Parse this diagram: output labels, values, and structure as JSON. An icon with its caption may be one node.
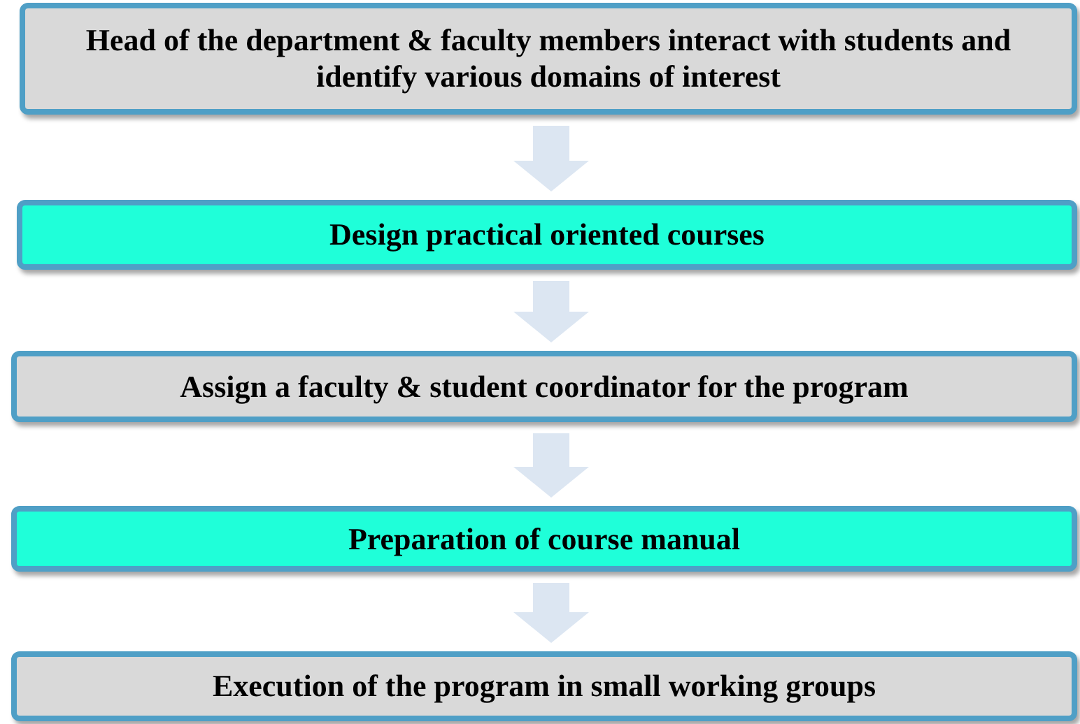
{
  "diagram": {
    "nodes": [
      {
        "text": [
          "Head of the department & faculty members interact with students and identify various domains of interest"
        ]
      },
      {
        "text": [
          "Design practical oriented courses"
        ]
      },
      {
        "text": [
          "Assign a faculty & student coordinator for the program"
        ]
      },
      {
        "text": [
          "Preparation of course manual"
        ]
      },
      {
        "text": [
          "Execution of the program in small working groups"
        ]
      }
    ],
    "edges": [
      {
        "from": 0,
        "to": 1,
        "arrow": "to"
      },
      {
        "from": 1,
        "to": 2,
        "arrow": "to"
      },
      {
        "from": 2,
        "to": 3,
        "arrow": "to"
      },
      {
        "from": 3,
        "to": 4,
        "arrow": "to"
      }
    ]
  }
}
